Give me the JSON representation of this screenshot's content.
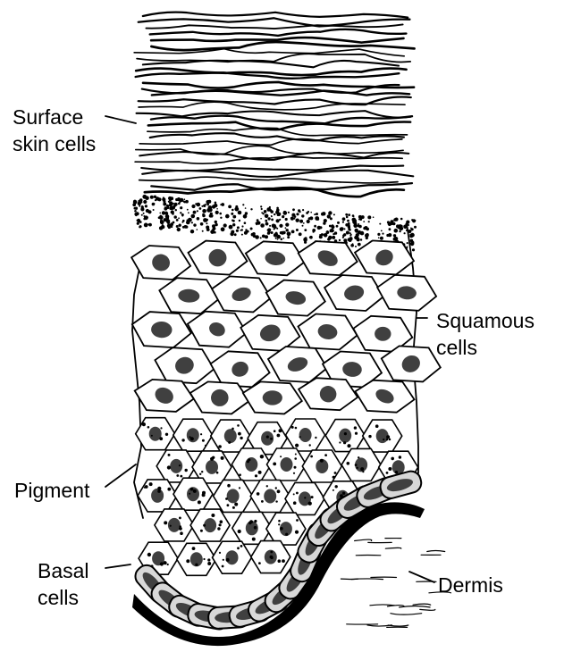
{
  "labels": {
    "surface": [
      "Surface",
      "skin cells"
    ],
    "squamous": [
      "Squamous",
      "cells"
    ],
    "pigment": "Pigment",
    "basal": [
      "Basal",
      "cells"
    ],
    "dermis": "Dermis"
  },
  "colors": {
    "ink": "#000000",
    "nucleus": "#404040",
    "basal_fill": "#d8d8d8",
    "paper": "#ffffff"
  }
}
